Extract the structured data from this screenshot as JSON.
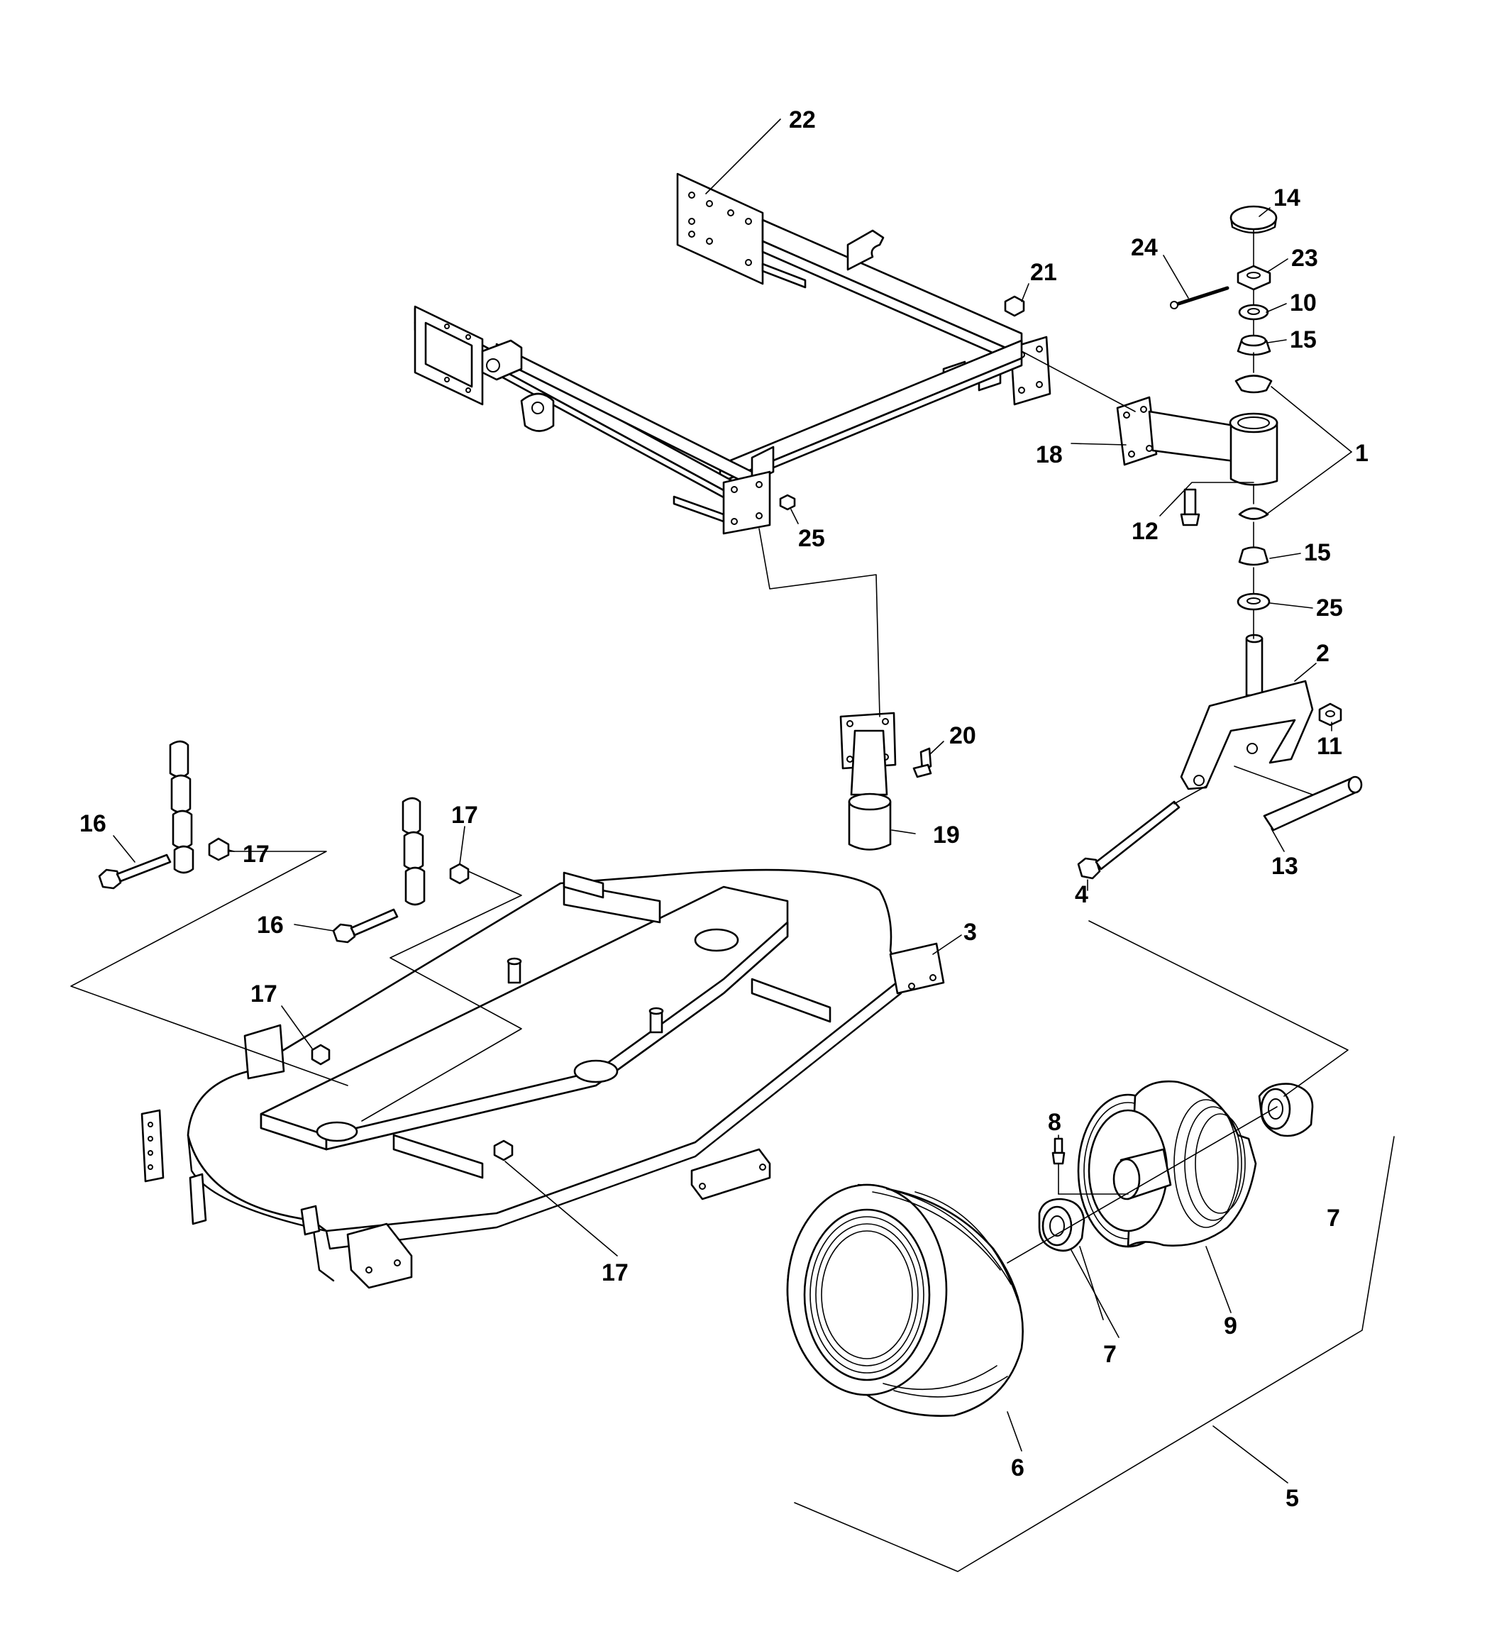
{
  "callouts": [
    {
      "id": "c22",
      "label": "22"
    },
    {
      "id": "c14",
      "label": "14"
    },
    {
      "id": "c24",
      "label": "24"
    },
    {
      "id": "c23",
      "label": "23"
    },
    {
      "id": "c21",
      "label": "21"
    },
    {
      "id": "c10",
      "label": "10"
    },
    {
      "id": "c15a",
      "label": "15"
    },
    {
      "id": "c1",
      "label": "1"
    },
    {
      "id": "c18",
      "label": "18"
    },
    {
      "id": "c12",
      "label": "12"
    },
    {
      "id": "c25a",
      "label": "25"
    },
    {
      "id": "c15b",
      "label": "15"
    },
    {
      "id": "c25b",
      "label": "25"
    },
    {
      "id": "c2",
      "label": "2"
    },
    {
      "id": "c20",
      "label": "20"
    },
    {
      "id": "c11",
      "label": "11"
    },
    {
      "id": "c19",
      "label": "19"
    },
    {
      "id": "c16a",
      "label": "16"
    },
    {
      "id": "c17a",
      "label": "17"
    },
    {
      "id": "c17b",
      "label": "17"
    },
    {
      "id": "c4",
      "label": "4"
    },
    {
      "id": "c13",
      "label": "13"
    },
    {
      "id": "c16b",
      "label": "16"
    },
    {
      "id": "c3",
      "label": "3"
    },
    {
      "id": "c17c",
      "label": "17"
    },
    {
      "id": "c8",
      "label": "8"
    },
    {
      "id": "c7a",
      "label": "7"
    },
    {
      "id": "c17d",
      "label": "17"
    },
    {
      "id": "c7b",
      "label": "7"
    },
    {
      "id": "c9",
      "label": "9"
    },
    {
      "id": "c6",
      "label": "6"
    },
    {
      "id": "c5",
      "label": "5"
    }
  ]
}
